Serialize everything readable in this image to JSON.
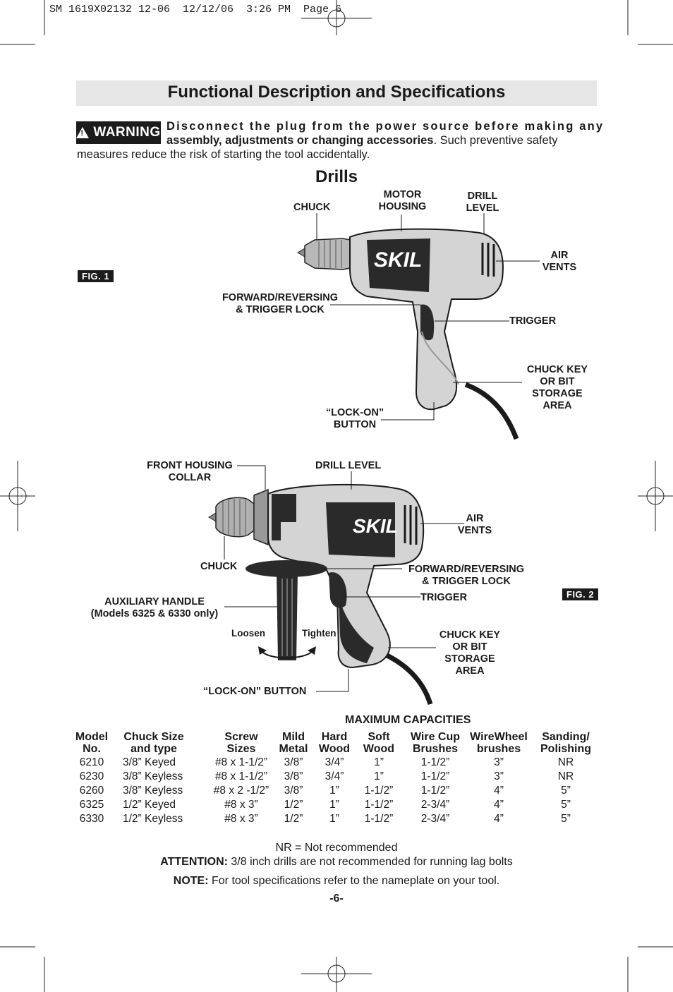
{
  "slug": "SM 1619X02132 12-06  12/12/06  3:26 PM  Page 6",
  "title": "Functional Description and Specifications",
  "warning": {
    "badge": "WARNING",
    "line1": "Disconnect the plug from the power source before making any",
    "line2_bold": "assembly, adjustments or changing accessories",
    "line2_rest": ".  Such preventive safety",
    "line3": "measures reduce the risk of starting the tool accidentally."
  },
  "section_title": "Drills",
  "fig1": {
    "tag": "FIG. 1",
    "brand": "SKIL",
    "labels": {
      "chuck": "CHUCK",
      "motor_housing_1": "MOTOR",
      "motor_housing_2": "HOUSING",
      "drill_level_1": "DRILL",
      "drill_level_2": "LEVEL",
      "air_vents_1": "AIR",
      "air_vents_2": "VENTS",
      "fwd_rev_1": "FORWARD/REVERSING",
      "fwd_rev_2": "& TRIGGER LOCK",
      "trigger": "TRIGGER",
      "chuck_key_1": "CHUCK KEY",
      "chuck_key_2": "OR BIT",
      "chuck_key_3": "STORAGE",
      "chuck_key_4": "AREA",
      "lock_on_1": "“LOCK-ON”",
      "lock_on_2": "BUTTON"
    }
  },
  "fig2": {
    "tag": "FIG. 2",
    "brand": "SKIL",
    "labels": {
      "front_collar_1": "FRONT HOUSING",
      "front_collar_2": "COLLAR",
      "drill_level": "DRILL LEVEL",
      "air_vents_1": "AIR",
      "air_vents_2": "VENTS",
      "chuck": "CHUCK",
      "fwd_rev_1": "FORWARD/REVERSING",
      "fwd_rev_2": "& TRIGGER LOCK",
      "aux_handle_1": "AUXILIARY HANDLE",
      "aux_handle_2": "(Models 6325 & 6330 only)",
      "trigger": "TRIGGER",
      "loosen": "Loosen",
      "tighten": "Tighten",
      "chuck_key_1": "CHUCK KEY",
      "chuck_key_2": "OR BIT",
      "chuck_key_3": "STORAGE",
      "chuck_key_4": "AREA",
      "lock_on": "“LOCK-ON” BUTTON"
    }
  },
  "table": {
    "caption": "MAXIMUM CAPACITIES",
    "headers": [
      [
        "Model",
        "No."
      ],
      [
        "Chuck Size",
        "and type"
      ],
      [
        "Screw",
        "Sizes"
      ],
      [
        "Mild",
        "Metal"
      ],
      [
        "Hard",
        "Wood"
      ],
      [
        "Soft",
        "Wood"
      ],
      [
        "Wire Cup",
        "Brushes"
      ],
      [
        "WireWheel",
        "brushes"
      ],
      [
        "Sanding/",
        "Polishing"
      ]
    ],
    "rows": [
      [
        "6210",
        "3/8” Keyed",
        "#8 x 1-1/2”",
        "3/8”",
        "3/4”",
        "1”",
        "1-1/2”",
        "3”",
        "NR"
      ],
      [
        "6230",
        "3/8” Keyless",
        "#8 x 1-1/2”",
        "3/8”",
        "3/4”",
        "1”",
        "1-1/2”",
        "3”",
        "NR"
      ],
      [
        "6260",
        "3/8” Keyless",
        "#8 x 2 -1/2”",
        "3/8”",
        "1”",
        "1-1/2”",
        "1-1/2”",
        "4”",
        "5”"
      ],
      [
        "6325",
        "1/2” Keyed",
        "#8 x 3”",
        "1/2”",
        "1”",
        "1-1/2”",
        "2-3/4”",
        "4”",
        "5”"
      ],
      [
        "6330",
        "1/2” Keyless",
        "#8 x 3”",
        "1/2”",
        "1”",
        "1-1/2”",
        "2-3/4”",
        "4”",
        "5”"
      ]
    ]
  },
  "notes": {
    "nr": "NR = Not recommended",
    "attention_label": "ATTENTION:",
    "attention_text": " 3/8 inch drills are not recommended for running lag bolts",
    "note_label": "NOTE:",
    "note_text": " For tool specifications refer to the nameplate on your tool."
  },
  "page_number": "-6-"
}
